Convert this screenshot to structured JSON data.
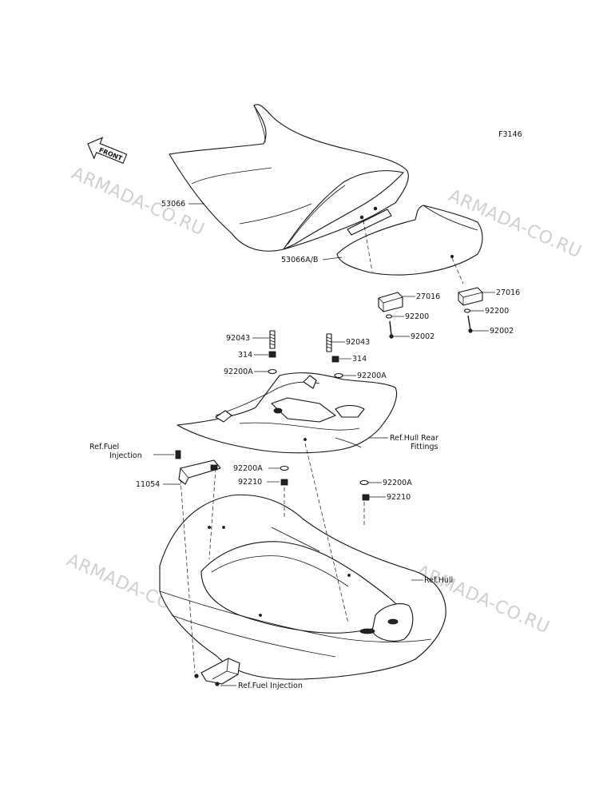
{
  "figure_code": "F3146",
  "front_label": "FRONT",
  "watermark": "ARMADA-CO.RU",
  "callouts": {
    "seat": "53066",
    "rear_seat": "53066A/B",
    "stopper_left": "27016",
    "stopper_right": "27016",
    "washer_left": "92200",
    "washer_right": "92200",
    "bolt_left": "92002",
    "bolt_right": "92002",
    "stud_left": "92043",
    "stud_right": "92043",
    "nut_left": "314",
    "nut_right": "314",
    "washer_a_left": "92200A",
    "washer_a_right": "92200A",
    "ref_hull_rear": "Ref.Hull Rear\nFittings",
    "ref_fuel_top": "Ref.Fuel\nInjection",
    "bracket": "11054",
    "washer_a_lower_left": "92200A",
    "nut_lower_left": "92210",
    "washer_a_lower_right": "92200A",
    "nut_lower_right": "92210",
    "ref_hull": "Ref.Hull",
    "ref_fuel_bottom": "Ref.Fuel Injection"
  }
}
